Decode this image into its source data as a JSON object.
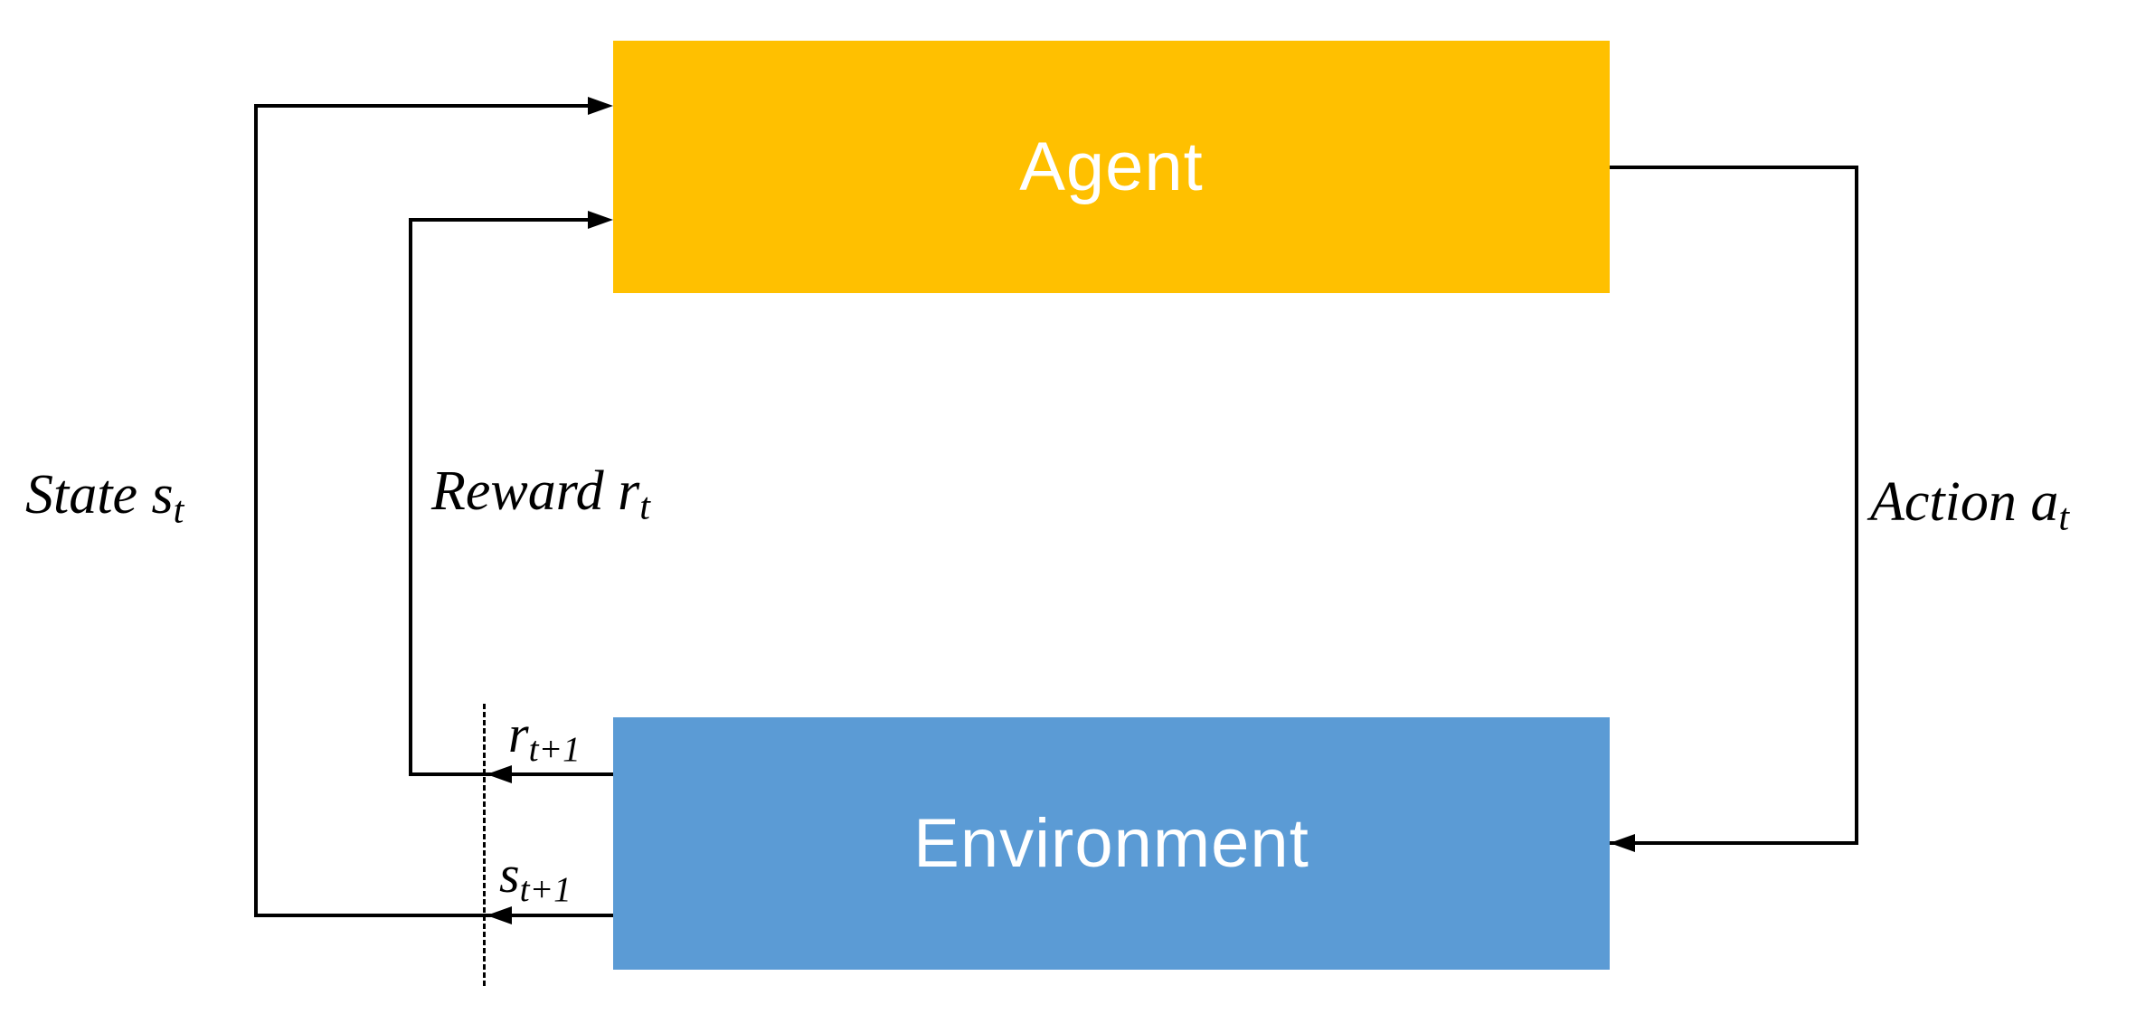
{
  "boxes": {
    "agent": {
      "label": "Agent",
      "fill": "#FFC000",
      "text_color": "#FFFFFF"
    },
    "environment": {
      "label": "Environment",
      "fill": "#5B9BD5",
      "text_color": "#FFFFFF"
    }
  },
  "labels": {
    "state": {
      "base": "State s",
      "sub": "t"
    },
    "reward": {
      "base": "Reward r",
      "sub": "t"
    },
    "action": {
      "base": "Action a",
      "sub": "t"
    },
    "reward_next": {
      "base": "r",
      "sub": "t+1"
    },
    "state_next": {
      "base": "s",
      "sub": "t+1"
    }
  },
  "style": {
    "line_color": "#000000",
    "background": "#FFFFFF"
  }
}
